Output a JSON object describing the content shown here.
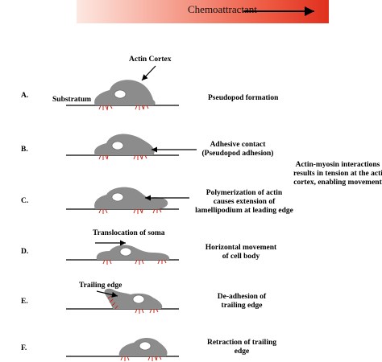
{
  "banner": {
    "label": "Chemoattractant"
  },
  "labels": {
    "actin_cortex": "Actin Cortex",
    "substratum": "Substratum",
    "translocation": "Translocation of soma",
    "trailing_edge": "Trailing edge"
  },
  "steps": [
    {
      "letter": "A.",
      "caption": [
        "Pseudopod formation"
      ]
    },
    {
      "letter": "B.",
      "caption": [
        "Adhesive contact",
        "(Pseudopod adhesion)"
      ]
    },
    {
      "letter": "C.",
      "caption": [
        "Polymerization of actin",
        "causes extension of",
        "lamellipodium at leading edge"
      ]
    },
    {
      "letter": "D.",
      "caption": [
        "Horizontal movement",
        "of cell body"
      ]
    },
    {
      "letter": "E.",
      "caption": [
        "De-adhesion of",
        "trailing edge"
      ]
    },
    {
      "letter": "F.",
      "caption": [
        "Retraction of trailing",
        "edge"
      ]
    }
  ],
  "side_note": [
    "Actin-myosin interactions",
    "results in tension at the actin",
    "cortex, enabling movement"
  ],
  "colors": {
    "cell": "#8c8c8c",
    "adhesion": "#cc2a1a",
    "line": "#000000",
    "banner_end": "#e0301e"
  }
}
